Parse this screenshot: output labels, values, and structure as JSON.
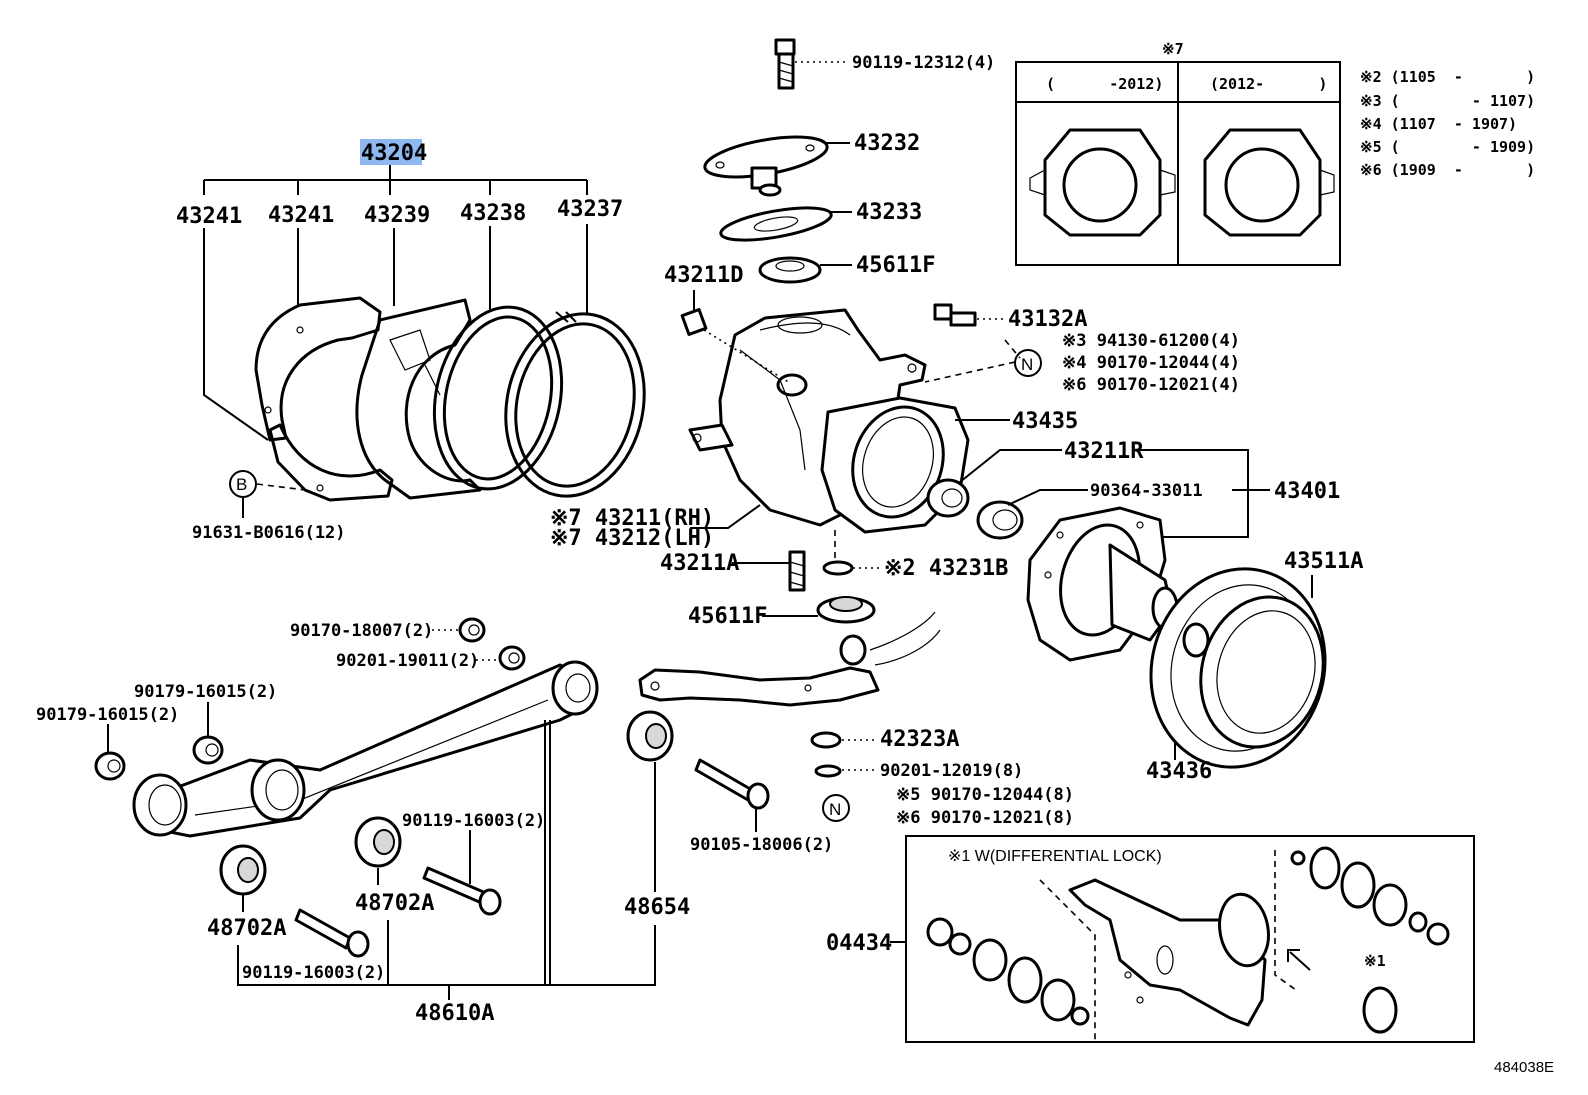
{
  "highlight_color": "#8fb8f0",
  "drawing_code": "484038E",
  "callouts": {
    "c43204": "43204",
    "c43241a": "43241",
    "c43241b": "43241",
    "c43239": "43239",
    "c43238": "43238",
    "c43237": "43237",
    "c91631": "91631-B0616(12)",
    "cB": "B",
    "c90119_12312": "90119-12312(4)",
    "c43232": "43232",
    "c43233": "43233",
    "c45611Fa": "45611F",
    "c43211D": "43211D",
    "c43132A": "43132A",
    "cN1": "N",
    "c94130": "※3 94130-61200(4)",
    "c90170_12044a": "※4 90170-12044(4)",
    "c90170_12021a": "※6 90170-12021(4)",
    "c43435": "43435",
    "c43211R": "43211R",
    "c90364": "90364-33011",
    "c43401": "43401",
    "c43211RH": "※7 43211(RH)",
    "c43212LH": "※7 43212(LH)",
    "c43211A": "43211A",
    "c43231B": "※2 43231B",
    "c45611Fb": "45611F",
    "c43511A": "43511A",
    "c43436": "43436",
    "c90170_18007": "90170-18007(2)",
    "c90201_19011": "90201-19011(2)",
    "c90179a": "90179-16015(2)",
    "c90179b": "90179-16015(2)",
    "c42323A": "42323A",
    "c90201_12019": "90201-12019(8)",
    "cN2": "N",
    "c90170_12044b": "※5  90170-12044(8)",
    "c90170_12021b": "※6  90170-12021(8)",
    "c90119_16003a": "90119-16003(2)",
    "c90105": "90105-18006(2)",
    "c48702Aa": "48702A",
    "c48702Ab": "48702A",
    "c90119_16003b": "90119-16003(2)",
    "c48654": "48654",
    "c48610A": "48610A",
    "c04434": "04434"
  },
  "variant_box": {
    "title": "※7",
    "left_header": "(      -2012)",
    "right_header": "(2012-      )"
  },
  "legend": [
    "※2 (1105  -       )",
    "※3 (        - 1107)",
    "※4 (1107  - 1907)",
    "※5 (        - 1909)",
    "※6 (1909  -       )"
  ],
  "kit_box": {
    "title": "※1 W(DIFFERENTIAL LOCK)",
    "mark": "※1"
  }
}
